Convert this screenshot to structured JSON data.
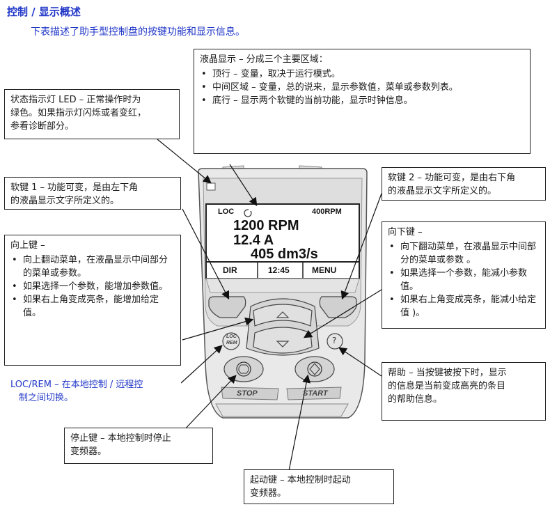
{
  "page": {
    "title": "控制 / 显示概述",
    "subtitle": "下表描述了助手型控制盘的按键功能和显示信息。"
  },
  "colors": {
    "heading_blue": "#1f36c7",
    "panel_body": "#e9e9e9",
    "lcd_background": "#ffffff"
  },
  "callouts": {
    "lcd_area": {
      "head": "液晶显示 – 分成三个主要区域：",
      "items": [
        "顶行 – 变量，取决于运行模式。",
        "中间区域 – 变量，总的说来，显示参数值，菜单或参数列表。",
        "底行 – 显示两个软键的当前功能，显示时钟信息。"
      ]
    },
    "status_led": {
      "text_line1": "状态指示灯 LED – 正常操作时为",
      "text_line2": "绿色。如果指示灯闪烁或者变红，",
      "text_line3": "参看诊断部分。"
    },
    "softkey1": {
      "text_line1": "软键 1 – 功能可变，是由左下角",
      "text_line2": "的液晶显示文字所定义的。"
    },
    "softkey2": {
      "text_line1": "软键 2 – 功能可变，是由右下角",
      "text_line2": "的液晶显示文字所定义的。"
    },
    "up_key": {
      "head": "向上键 –",
      "items": [
        "向上翻动菜单，在液晶显示中间部分的菜单或参数。",
        "如果选择一个参数，能增加参数值。",
        "如果右上角变成亮条，能增加给定值。"
      ]
    },
    "down_key": {
      "head": "向下键 –",
      "items": [
        "向下翻动菜单，在液晶显示中间部分的菜单或参数 。",
        "如果选择一个参数，能减小参数值。",
        "如果右上角变成亮条，能减小给定值 )。"
      ]
    },
    "loc_rem": {
      "text_line1": "LOC/REM – 在本地控制 / 远程控",
      "text_line2": "制之间切换。"
    },
    "help": {
      "text_line1": "帮助 – 当按键被按下时，显示",
      "text_line2": "的信息是当前变成高亮的条目",
      "text_line3": "的帮助信息。"
    },
    "stop": {
      "text_line1": "停止键 – 本地控制时停止",
      "text_line2": "变频器。"
    },
    "start": {
      "text_line1": "起动键 – 本地控制时起动",
      "text_line2": "变频器。"
    }
  },
  "lcd": {
    "mode": "LOC",
    "reference": "400RPM",
    "value1": "1200 RPM",
    "value2": "12.4 A",
    "value3": "405 dm3/s",
    "softkey1_label": "DIR",
    "clock": "12:45",
    "softkey2_label": "MENU"
  },
  "keys": {
    "locrem_line1": "LOC",
    "locrem_line2": "REM",
    "help_glyph": "?",
    "stop_label": "STOP",
    "start_label": "START"
  }
}
